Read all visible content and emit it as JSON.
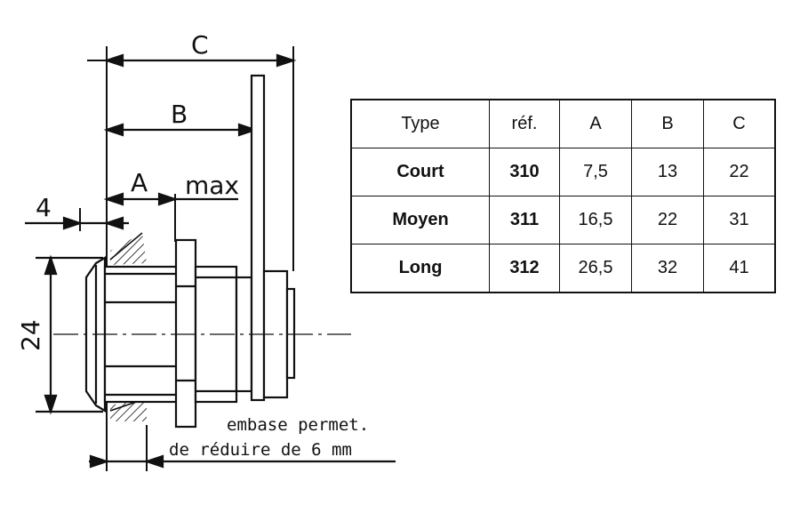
{
  "drawing": {
    "labels": {
      "dim_c": "C",
      "dim_b": "B",
      "dim_a": "A",
      "dim_max": "max",
      "dim_4": "4",
      "dim_24": "24"
    },
    "note_line1": "embase permet.",
    "note_line2": "de réduire de 6 mm"
  },
  "table": {
    "headers": [
      "Type",
      "réf.",
      "A",
      "B",
      "C"
    ],
    "rows": [
      [
        "Court",
        "310",
        "7,5",
        "13",
        "22"
      ],
      [
        "Moyen",
        "311",
        "16,5",
        "22",
        "31"
      ],
      [
        "Long",
        "312",
        "26,5",
        "32",
        "41"
      ]
    ]
  }
}
